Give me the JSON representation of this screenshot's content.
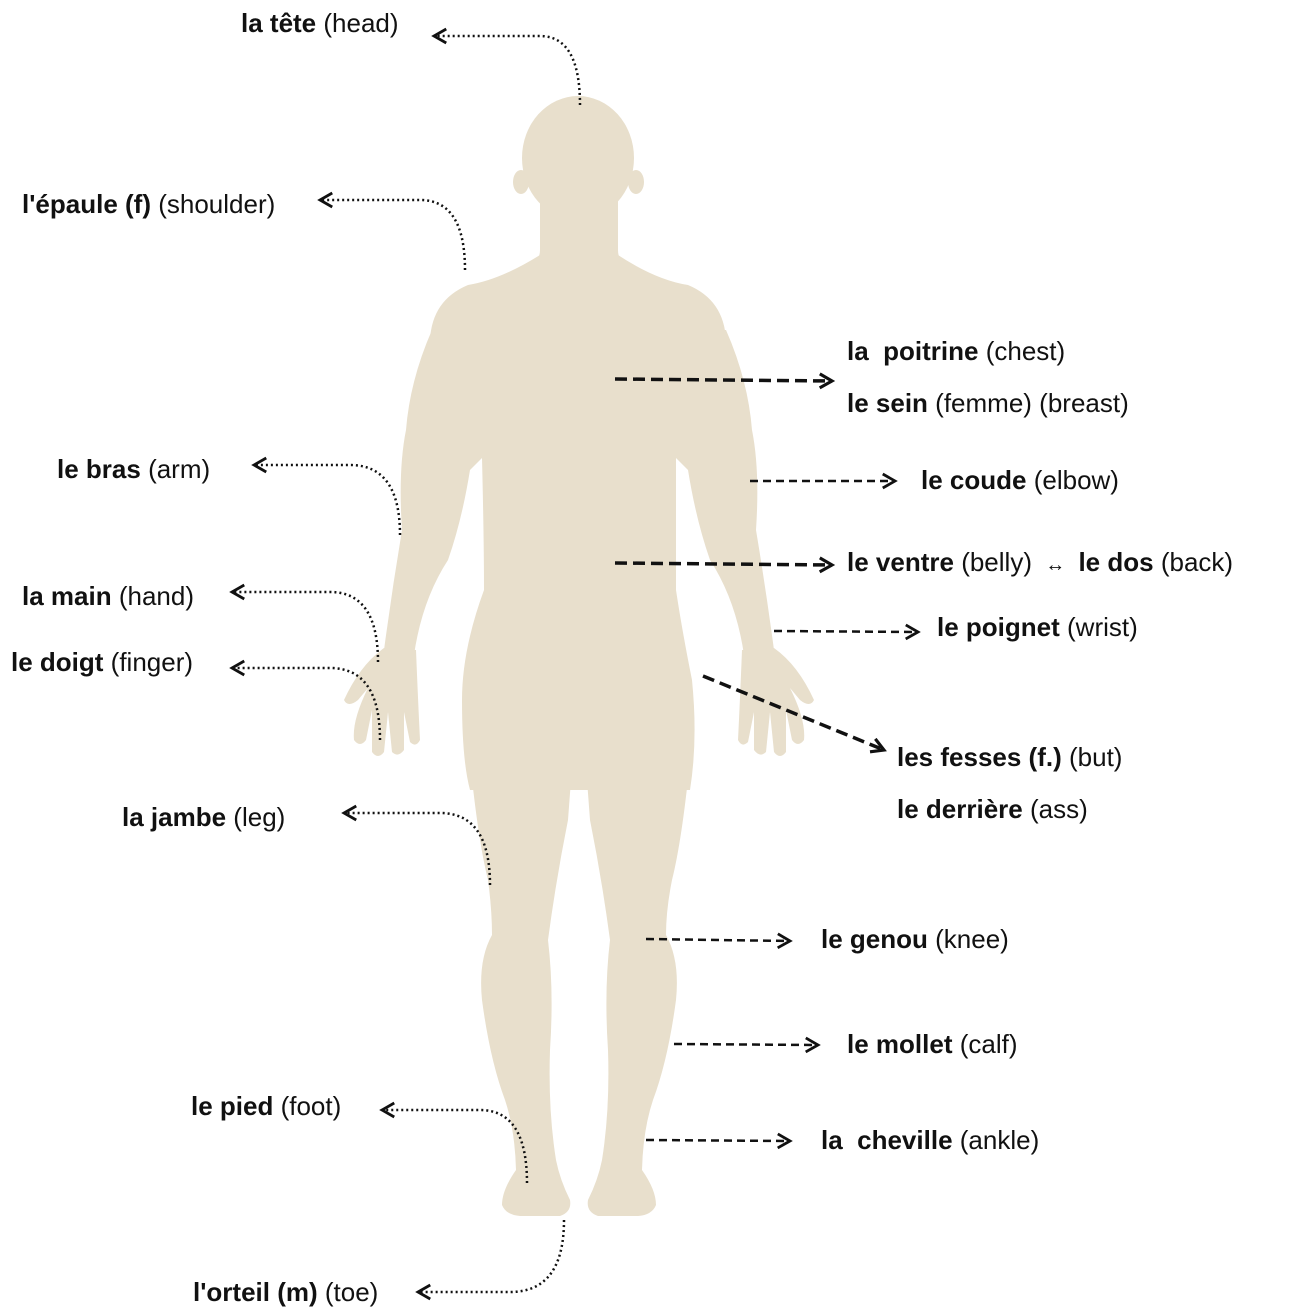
{
  "colors": {
    "body": "#e8dfcc",
    "line": "#111111",
    "background": "#ffffff"
  },
  "labels": {
    "head": {
      "fr": "la tête",
      "en": "(head)"
    },
    "shoulder": {
      "fr": "l'épaule (f)",
      "en": "(shoulder)"
    },
    "chest": {
      "fr": "la  poitrine",
      "en": "(chest)"
    },
    "breast": {
      "fr": "le sein",
      "en": "(femme) (breast)"
    },
    "elbow": {
      "fr": "le coude",
      "en": "(elbow)"
    },
    "arm": {
      "fr": "le bras",
      "en": "(arm)"
    },
    "belly": {
      "fr": "le ventre",
      "en": "(belly)",
      "sep": "↔",
      "fr2": "le dos",
      "en2": "(back)"
    },
    "wrist": {
      "fr": "le poignet",
      "en": "(wrist)"
    },
    "hand": {
      "fr": "la main",
      "en": "(hand)"
    },
    "finger": {
      "fr": "le doigt",
      "en": "(finger)"
    },
    "buttocks": {
      "fr": "les fesses (f.)",
      "en": "(but)"
    },
    "behind": {
      "fr": "le derrière",
      "en": "(ass)"
    },
    "leg": {
      "fr": "la jambe",
      "en": "(leg)"
    },
    "knee": {
      "fr": "le genou",
      "en": "(knee)"
    },
    "calf": {
      "fr": "le mollet",
      "en": "(calf)"
    },
    "foot": {
      "fr": "le pied",
      "en": "(foot)"
    },
    "ankle": {
      "fr": "la  cheville",
      "en": "(ankle)"
    },
    "toe": {
      "fr": "l'orteil (m)",
      "en": "(toe)"
    }
  }
}
